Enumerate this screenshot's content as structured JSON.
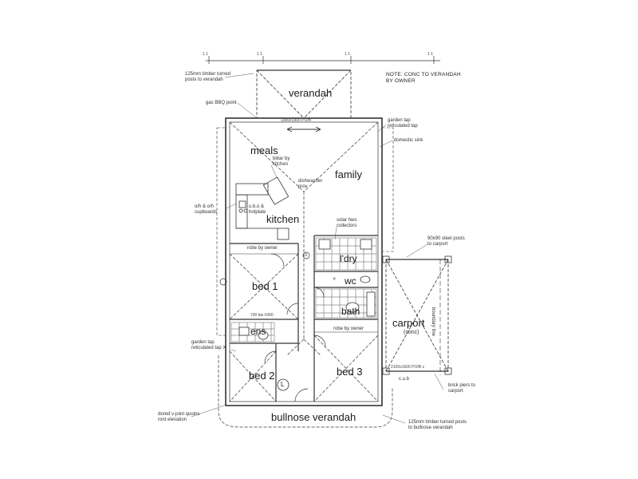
{
  "notes": {
    "conc_verandah": "NOTE: CONC TO VERANDAH\nBY OWNER",
    "timber_posts_top": "125mm timber turned\nposts to verandah",
    "gas_bbq": "gas BBQ point",
    "garden_tap_top": "garden tap\nreticulated tap",
    "domestic_sink": "domestic sink",
    "bibar_kitchen": "bibar by\nkitchen",
    "dishwasher": "dishwasher\nprov",
    "cupboards": "o/h & o/h\ncupboards",
    "hotplate": "u.b.o &\nhotplate",
    "solar": "solar hws\ncollectors",
    "steel_posts": "90x90 steel posts\nto carport",
    "robe_owner_1": "robe by owner",
    "robe_owner_2": "robe by owner",
    "garden_tap_left": "garden tap\nreticulated tap X",
    "boundary": "boundary line",
    "brick_piers": "brick piers to\ncarport",
    "dored_vjoint": "dored v-joint quoins\nront elevation",
    "timber_posts_bottom": "125mm timber turned posts\nto bullnose verandah",
    "cub": "c.u.b"
  },
  "rooms": {
    "verandah": "verandah",
    "meals": "meals",
    "family": "family",
    "kitchen": "kitchen",
    "bed1": "bed 1",
    "bed2": "bed 2",
    "bed3": "bed 3",
    "ens": "ens",
    "l": "L",
    "ldry": "l'dry",
    "wc": "wc",
    "bath": "bath",
    "carport": "carport",
    "carport_sub": "(conc)",
    "bullnose": "bullnose verandah",
    "circle_s": "S",
    "fr": "fr"
  },
  "dimensions": {
    "top_tick_1": "1 1",
    "top_tick_2": "1 1",
    "top_tick_3": "1 1",
    "top_tick_4": "1 1",
    "top_dim": "1000x1900 PO/B",
    "bed1_win": "700 bw ±900",
    "bed3_win": "2100x1600 PO/B x"
  }
}
